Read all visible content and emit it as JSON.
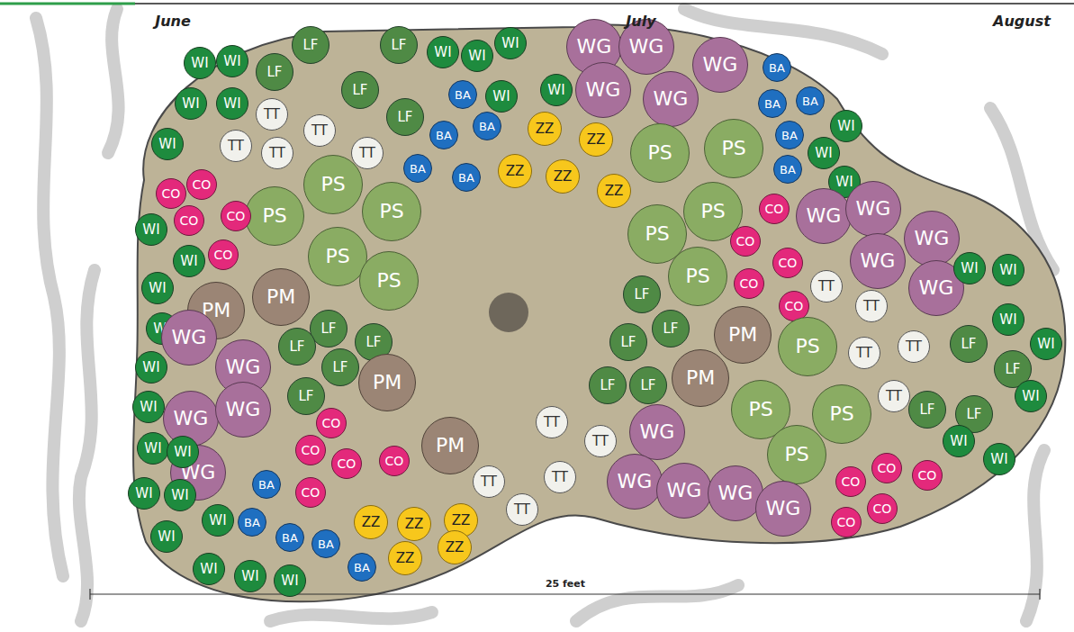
{
  "diagram": {
    "nodes": [
      {
        "text": [
          "WI"
        ]
      },
      {
        "text": [
          "WI"
        ]
      },
      {
        "text": [
          "LF"
        ]
      },
      {
        "text": [
          "LF"
        ]
      },
      {
        "text": [
          "LF"
        ]
      },
      {
        "text": [
          "LF"
        ]
      },
      {
        "text": [
          "LF"
        ]
      },
      {
        "text": [
          "WI"
        ]
      },
      {
        "text": [
          "WI"
        ]
      },
      {
        "text": [
          "WI"
        ]
      },
      {
        "text": [
          "WI"
        ]
      },
      {
        "text": [
          "WI"
        ]
      },
      {
        "text": [
          "BA"
        ]
      },
      {
        "text": [
          "BA"
        ]
      },
      {
        "text": [
          "BA"
        ]
      },
      {
        "text": [
          "BA"
        ]
      },
      {
        "text": [
          "BA"
        ]
      },
      {
        "text": [
          "ZZ"
        ]
      },
      {
        "text": [
          "ZZ"
        ]
      },
      {
        "text": [
          "ZZ"
        ]
      },
      {
        "text": [
          "ZZ"
        ]
      },
      {
        "text": [
          "ZZ"
        ]
      },
      {
        "text": [
          "WI"
        ]
      },
      {
        "text": [
          "WI"
        ]
      },
      {
        "text": [
          "TT"
        ]
      },
      {
        "text": [
          "TT"
        ]
      },
      {
        "text": [
          "TT"
        ]
      },
      {
        "text": [
          "TT"
        ]
      },
      {
        "text": [
          "TT"
        ]
      },
      {
        "text": [
          "WI"
        ]
      },
      {
        "text": [
          "WG"
        ]
      },
      {
        "text": [
          "WG"
        ]
      },
      {
        "text": [
          "WG"
        ]
      },
      {
        "text": [
          "WG"
        ]
      },
      {
        "text": [
          "WG"
        ]
      },
      {
        "text": [
          "BA"
        ]
      },
      {
        "text": [
          "BA"
        ]
      },
      {
        "text": [
          "BA"
        ]
      },
      {
        "text": [
          "BA"
        ]
      },
      {
        "text": [
          "BA"
        ]
      },
      {
        "text": [
          "WI"
        ]
      },
      {
        "text": [
          "WI"
        ]
      },
      {
        "text": [
          "WI"
        ]
      },
      {
        "text": [
          "PS"
        ]
      },
      {
        "text": [
          "PS"
        ]
      },
      {
        "text": [
          "PS"
        ]
      },
      {
        "text": [
          "PS"
        ]
      },
      {
        "text": [
          "PS"
        ]
      },
      {
        "text": [
          "CO"
        ]
      },
      {
        "text": [
          "CO"
        ]
      },
      {
        "text": [
          "CO"
        ]
      },
      {
        "text": [
          "CO"
        ]
      },
      {
        "text": [
          "CO"
        ]
      },
      {
        "text": [
          "WI"
        ]
      },
      {
        "text": [
          "WI"
        ]
      },
      {
        "text": [
          "PS"
        ]
      },
      {
        "text": [
          "PS"
        ]
      },
      {
        "text": [
          "PS"
        ]
      },
      {
        "text": [
          "PS"
        ]
      },
      {
        "text": [
          "PS"
        ]
      },
      {
        "text": [
          "LF"
        ]
      },
      {
        "text": [
          "CO"
        ]
      },
      {
        "text": [
          "CO"
        ]
      },
      {
        "text": [
          "CO"
        ]
      },
      {
        "text": [
          "CO"
        ]
      },
      {
        "text": [
          "CO"
        ]
      },
      {
        "text": [
          "WG"
        ]
      },
      {
        "text": [
          "WG"
        ]
      },
      {
        "text": [
          "WG"
        ]
      },
      {
        "text": [
          "WG"
        ]
      },
      {
        "text": [
          "WG"
        ]
      },
      {
        "text": [
          "WI"
        ]
      },
      {
        "text": [
          "WI"
        ]
      },
      {
        "text": [
          "WI"
        ]
      },
      {
        "text": [
          "WI"
        ]
      },
      {
        "text": [
          "TT"
        ]
      },
      {
        "text": [
          "TT"
        ]
      },
      {
        "text": [
          "TT"
        ]
      },
      {
        "text": [
          "TT"
        ]
      },
      {
        "text": [
          "TT"
        ]
      },
      {
        "text": [
          "PM"
        ]
      },
      {
        "text": [
          "PM"
        ]
      },
      {
        "text": [
          "WI"
        ]
      },
      {
        "text": [
          "WI"
        ]
      },
      {
        "text": [
          "LF"
        ]
      },
      {
        "text": [
          "LF"
        ]
      },
      {
        "text": [
          "LF"
        ]
      },
      {
        "text": [
          "LF"
        ]
      },
      {
        "text": [
          "LF"
        ]
      },
      {
        "text": [
          "PM"
        ]
      },
      {
        "text": [
          "WI"
        ]
      },
      {
        "text": [
          "WI"
        ]
      },
      {
        "text": [
          "WG"
        ]
      },
      {
        "text": [
          "WG"
        ]
      },
      {
        "text": [
          "WG"
        ]
      },
      {
        "text": [
          "WG"
        ]
      },
      {
        "text": [
          "CO"
        ]
      },
      {
        "text": [
          "CO"
        ]
      },
      {
        "text": [
          "CO"
        ]
      },
      {
        "text": [
          "CO"
        ]
      },
      {
        "text": [
          "CO"
        ]
      },
      {
        "text": [
          "PM"
        ]
      },
      {
        "text": [
          "WG"
        ]
      },
      {
        "text": [
          "WI"
        ]
      },
      {
        "text": [
          "WI"
        ]
      },
      {
        "text": [
          "WI"
        ]
      },
      {
        "text": [
          "WI"
        ]
      },
      {
        "text": [
          "WI"
        ]
      },
      {
        "text": [
          "WI"
        ]
      },
      {
        "text": [
          "WI"
        ]
      },
      {
        "text": [
          "WI"
        ]
      },
      {
        "text": [
          "WI"
        ]
      },
      {
        "text": [
          "BA"
        ]
      },
      {
        "text": [
          "BA"
        ]
      },
      {
        "text": [
          "BA"
        ]
      },
      {
        "text": [
          "BA"
        ]
      },
      {
        "text": [
          "BA"
        ]
      },
      {
        "text": [
          "ZZ"
        ]
      },
      {
        "text": [
          "ZZ"
        ]
      },
      {
        "text": [
          "ZZ"
        ]
      },
      {
        "text": [
          "ZZ"
        ]
      },
      {
        "text": [
          "ZZ"
        ]
      },
      {
        "text": [
          "TT"
        ]
      },
      {
        "text": [
          "TT"
        ]
      },
      {
        "text": [
          "TT"
        ]
      },
      {
        "text": [
          "TT"
        ]
      },
      {
        "text": [
          "TT"
        ]
      },
      {
        "text": [
          "LF"
        ]
      },
      {
        "text": [
          "LF"
        ]
      },
      {
        "text": [
          "LF"
        ]
      },
      {
        "text": [
          "LF"
        ]
      },
      {
        "text": [
          "PM"
        ]
      },
      {
        "text": [
          "PM"
        ]
      },
      {
        "text": [
          "PS"
        ]
      },
      {
        "text": [
          "PS"
        ]
      },
      {
        "text": [
          "PS"
        ]
      },
      {
        "text": [
          "PS"
        ]
      },
      {
        "text": [
          "WG"
        ]
      },
      {
        "text": [
          "WG"
        ]
      },
      {
        "text": [
          "WG"
        ]
      },
      {
        "text": [
          "WG"
        ]
      },
      {
        "text": [
          "WG"
        ]
      },
      {
        "text": [
          "LF"
        ]
      },
      {
        "text": [
          "LF"
        ]
      },
      {
        "text": [
          "LF"
        ]
      },
      {
        "text": [
          "LF"
        ]
      },
      {
        "text": [
          "WI"
        ]
      },
      {
        "text": [
          "WI"
        ]
      },
      {
        "text": [
          "WI"
        ]
      },
      {
        "text": [
          "CO"
        ]
      },
      {
        "text": [
          "CO"
        ]
      },
      {
        "text": [
          "CO"
        ]
      },
      {
        "text": [
          "CO"
        ]
      },
      {
        "text": [
          "CO"
        ]
      }
    ],
    "labels": [
      "June",
      "July",
      "August",
      "25 feet"
    ]
  }
}
